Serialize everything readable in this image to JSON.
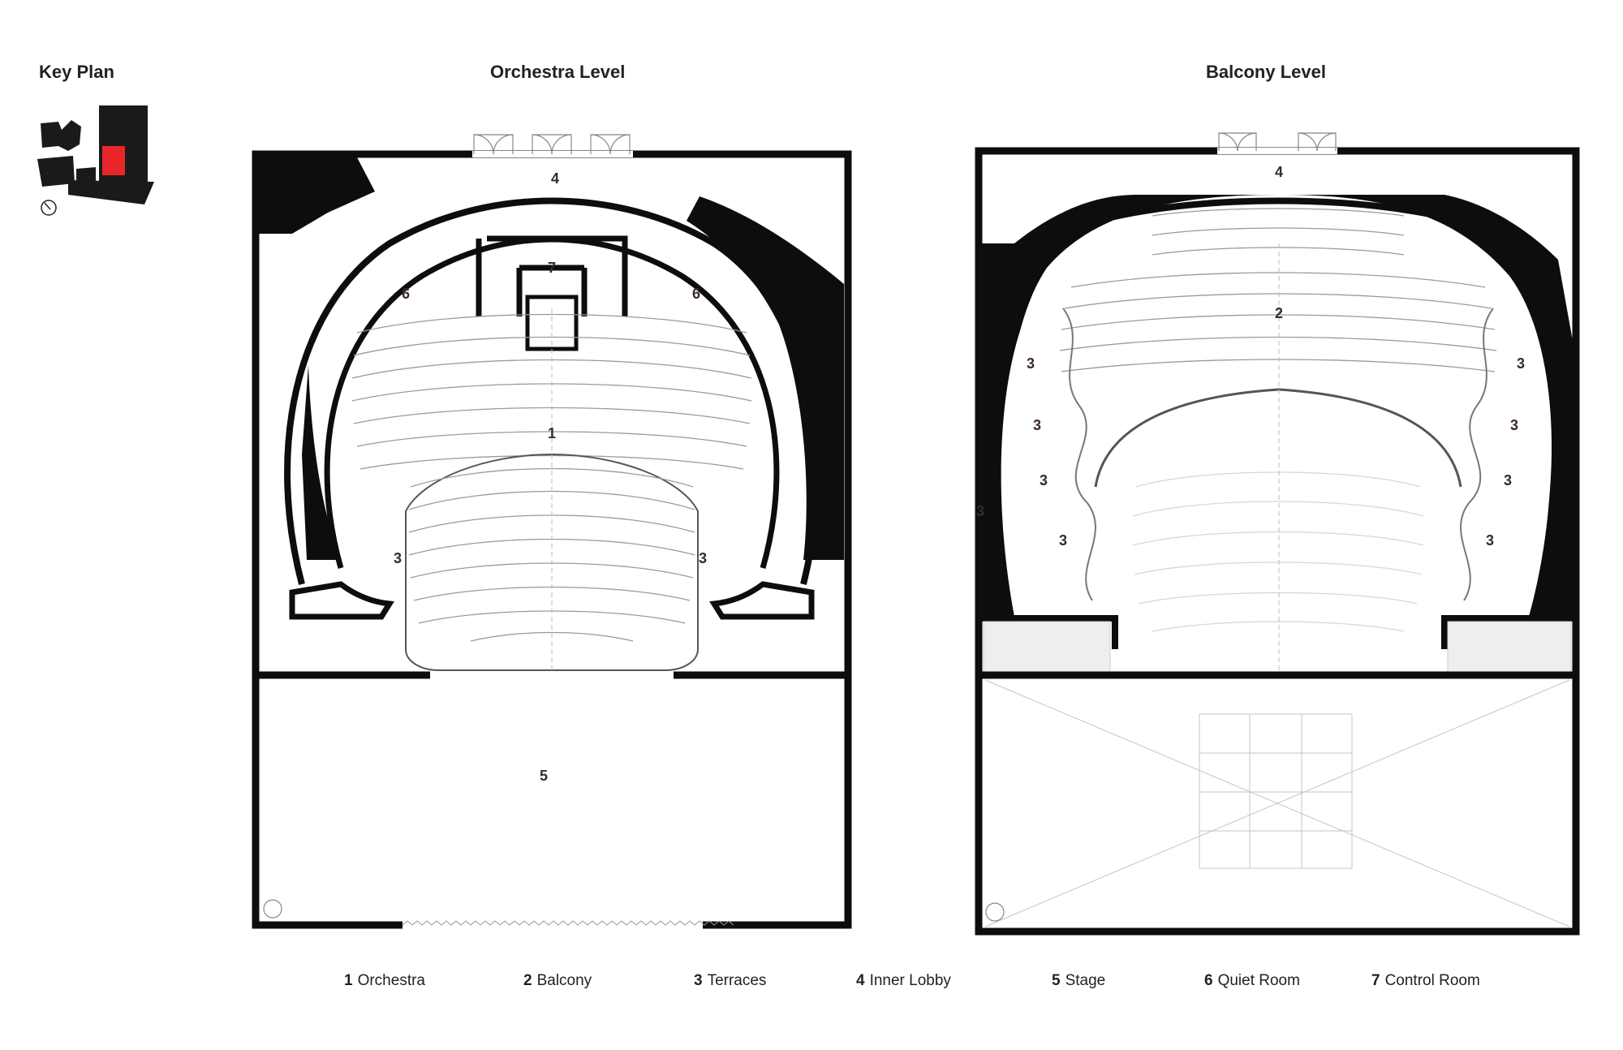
{
  "titles": {
    "key_plan": "Key Plan",
    "orchestra": "Orchestra Level",
    "balcony": "Balcony Level"
  },
  "orchestra_labels": [
    "1",
    "3",
    "3",
    "4",
    "5",
    "6",
    "6",
    "7"
  ],
  "balcony_labels": [
    "2",
    "3",
    "3",
    "3",
    "3",
    "3",
    "3",
    "3",
    "3",
    "3",
    "4"
  ],
  "legend": [
    {
      "num": "1",
      "label": "Orchestra"
    },
    {
      "num": "2",
      "label": "Balcony"
    },
    {
      "num": "3",
      "label": "Terraces"
    },
    {
      "num": "4",
      "label": "Inner Lobby"
    },
    {
      "num": "5",
      "label": "Stage"
    },
    {
      "num": "6",
      "label": "Quiet Room"
    },
    {
      "num": "7",
      "label": "Control Room"
    }
  ],
  "colors": {
    "wall": "#0d0d0d",
    "highlight": "#e8262a",
    "seat_line": "#9a9a9a",
    "label": "#3a2a2a"
  }
}
